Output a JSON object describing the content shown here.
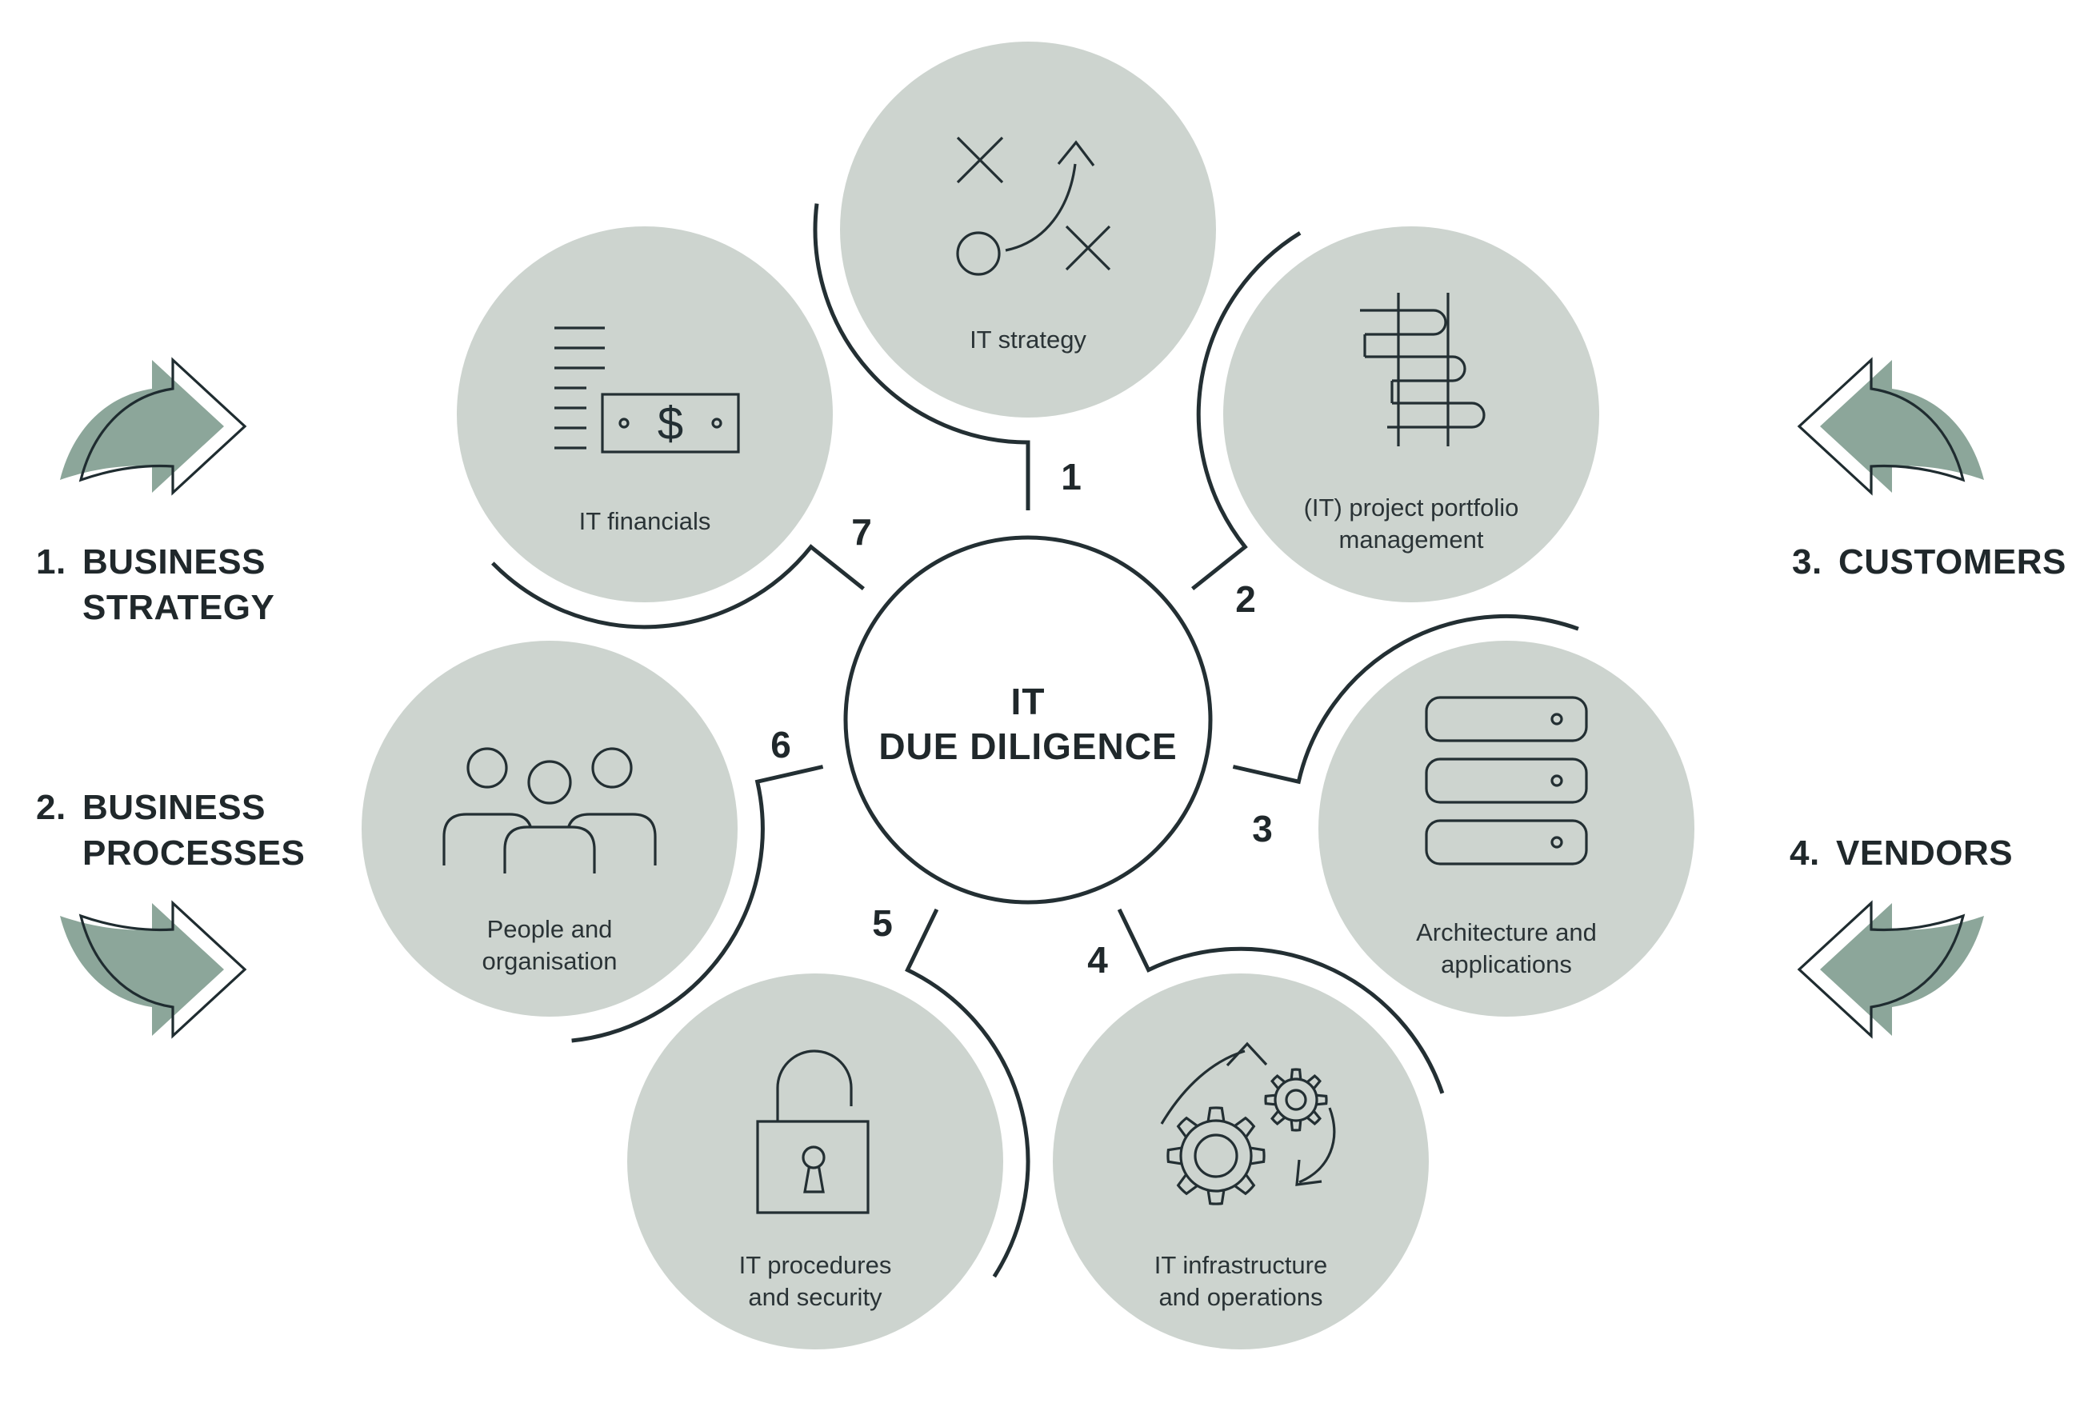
{
  "diagram": {
    "center": {
      "title_line1": "IT",
      "title_line2": "DUE DILIGENCE"
    },
    "segments": [
      {
        "number": "1",
        "label_line1": "IT strategy",
        "label_line2": "",
        "icon": "strategy-icon"
      },
      {
        "number": "2",
        "label_line1": "(IT) project portfolio",
        "label_line2": "management",
        "icon": "portfolio-icon"
      },
      {
        "number": "3",
        "label_line1": "Architecture and",
        "label_line2": "applications",
        "icon": "servers-icon"
      },
      {
        "number": "4",
        "label_line1": "IT infrastructure",
        "label_line2": "and operations",
        "icon": "gears-icon"
      },
      {
        "number": "5",
        "label_line1": "IT procedures",
        "label_line2": "and security",
        "icon": "padlock-icon"
      },
      {
        "number": "6",
        "label_line1": "People and",
        "label_line2": "organisation",
        "icon": "people-icon"
      },
      {
        "number": "7",
        "label_line1": "IT financials",
        "label_line2": "",
        "icon": "money-icon"
      }
    ],
    "context_labels": {
      "left_top": {
        "number": "1.",
        "line1": "BUSINESS",
        "line2": "STRATEGY"
      },
      "left_bottom": {
        "number": "2.",
        "line1": "BUSINESS",
        "line2": "PROCESSES"
      },
      "right_top": {
        "number": "3.",
        "line1": "CUSTOMERS",
        "line2": ""
      },
      "right_bottom": {
        "number": "4.",
        "line1": "VENDORS",
        "line2": ""
      }
    },
    "colors": {
      "circle_fill": "#cdd4cf",
      "line_dark": "#232f33",
      "text_dark": "#20282b",
      "arrow_green": "#8ca69a",
      "background": "#ffffff"
    }
  }
}
